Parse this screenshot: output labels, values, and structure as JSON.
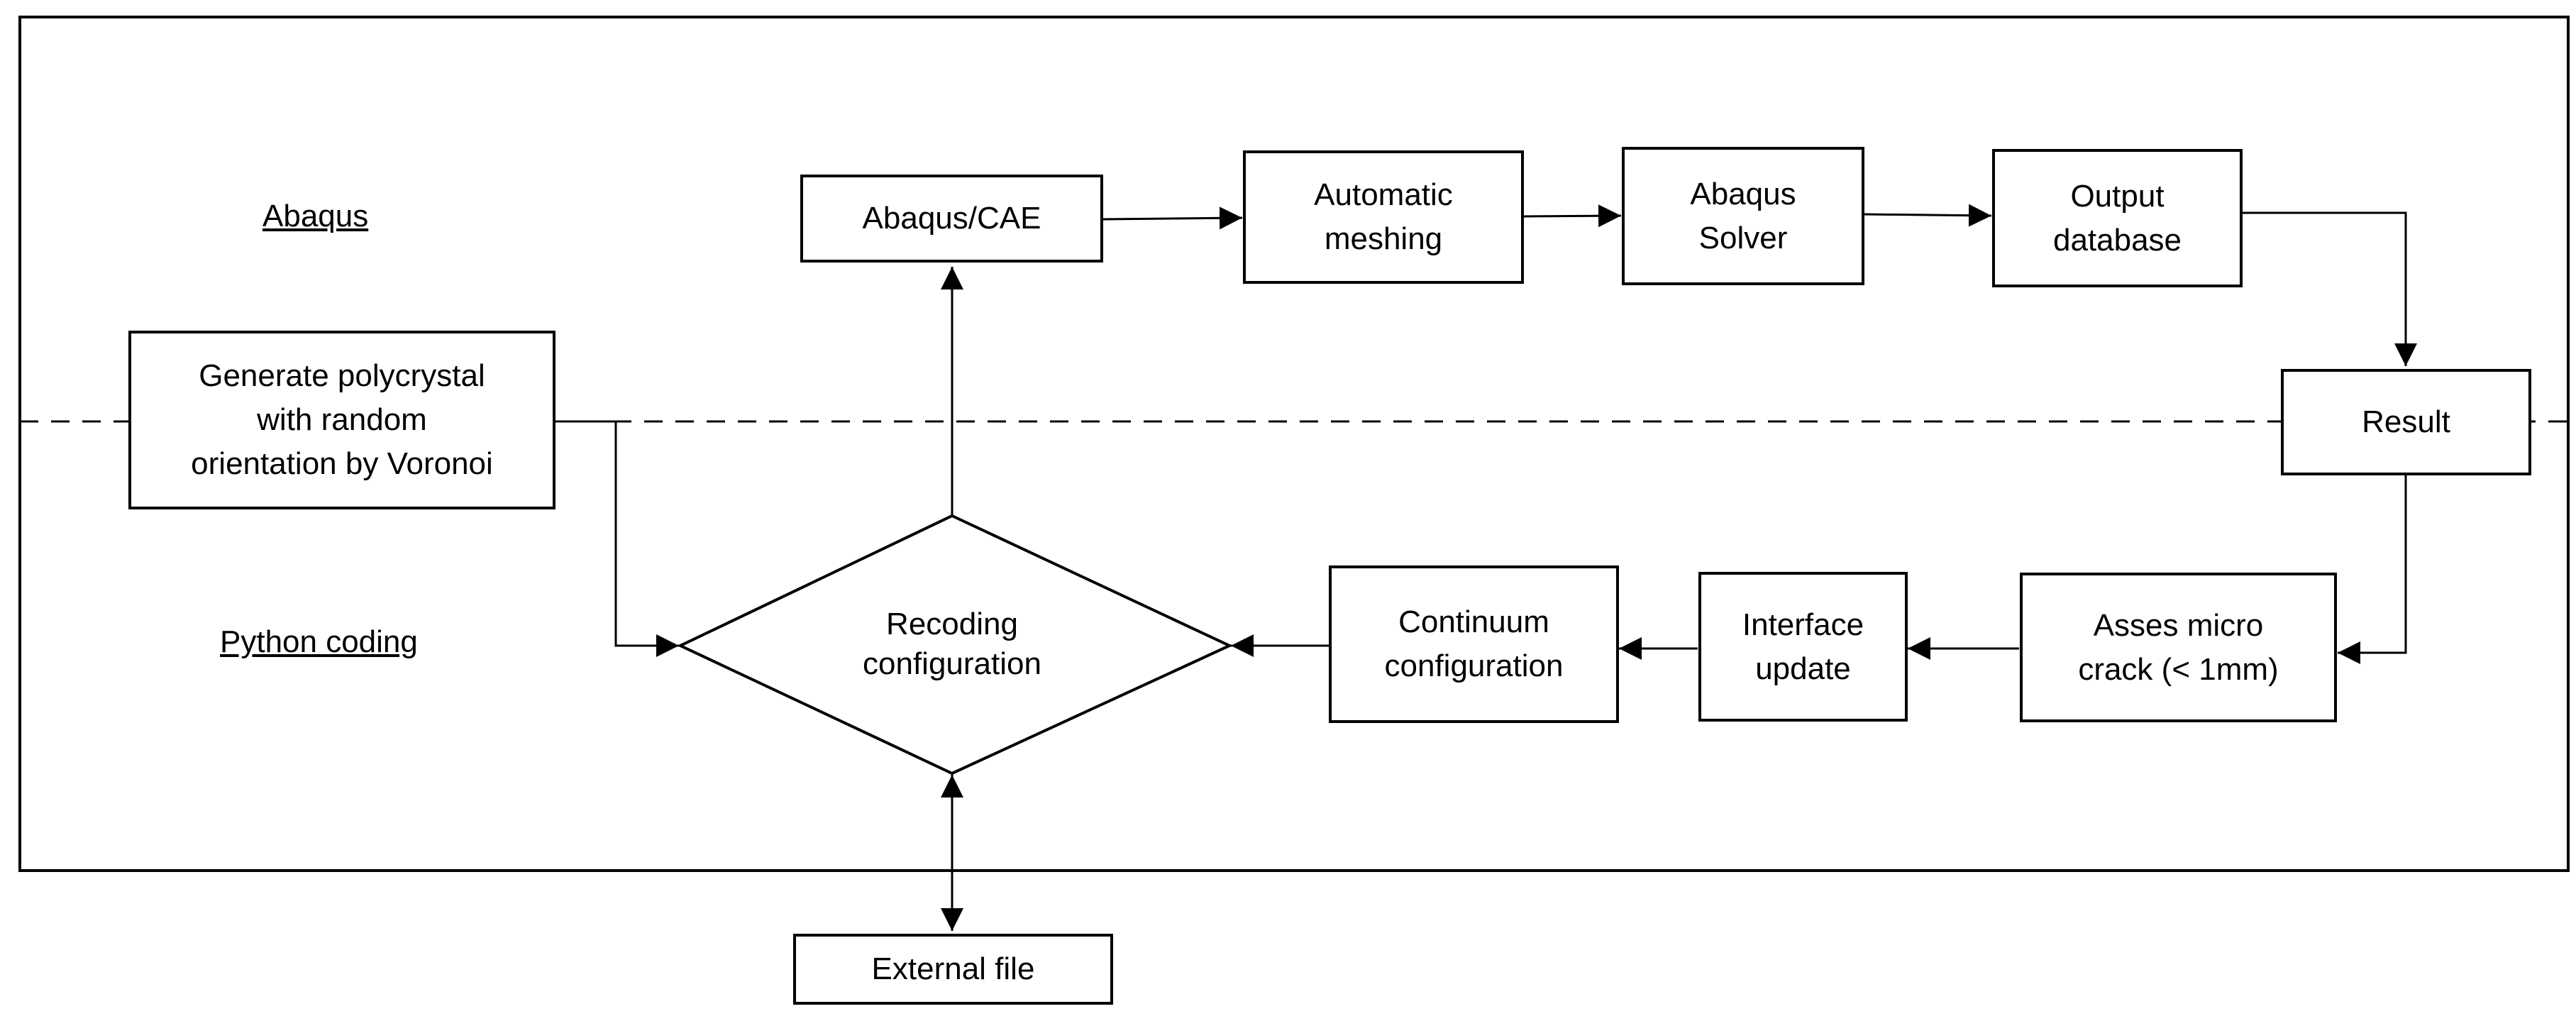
{
  "lanes": {
    "top": "Abaqus",
    "bottom": "Python coding"
  },
  "nodes": {
    "generate": "Generate polycrystal\nwith random\norientation by Voronoi",
    "abaqus_cae": "Abaqus/CAE",
    "meshing": "Automatic\nmeshing",
    "solver": "Abaqus\nSolver",
    "output_db": "Output\ndatabase",
    "result": "Result",
    "assess": "Asses micro\ncrack (< 1mm)",
    "interface": "Interface\nupdate",
    "continuum": "Continuum\nconfiguration",
    "recoding": "Recoding\nconfiguration",
    "external": "External file"
  },
  "colors": {
    "stroke": "#000000",
    "background": "#ffffff"
  }
}
